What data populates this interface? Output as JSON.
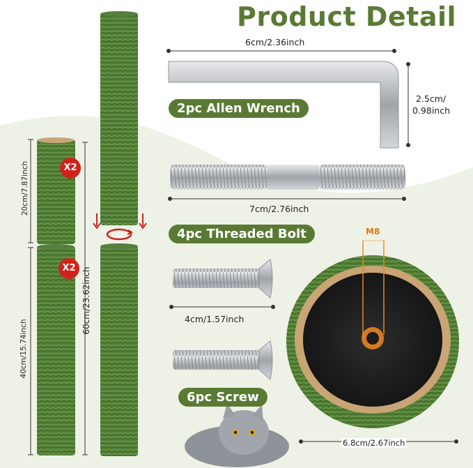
{
  "title": "Product Detail",
  "colors": {
    "accent": "#5a7a34",
    "red": "#d0221c",
    "sisal": "#4d7c34",
    "metal": "#b9bdc1",
    "orange": "#e08a2c"
  },
  "wrench": {
    "label": "2pc Allen Wrench",
    "length": "6cm/2.36inch",
    "height_line1": "2.5cm/",
    "height_line2": "0.98inch"
  },
  "bolt": {
    "label": "4pc Threaded Bolt",
    "length": "7cm/2.76inch"
  },
  "screw": {
    "label": "6pc Screw",
    "length": "4cm/1.57inch"
  },
  "posts": {
    "short_count": "X2",
    "long_count": "X2",
    "short_length": "20cm/7.87inch",
    "long_length": "40cm/15.74inch",
    "total_length": "60cm/23.62inch"
  },
  "base": {
    "thread": "M8",
    "diameter": "6.8cm/2.67inch"
  },
  "icons": [
    "down-arrow-icon",
    "rotate-icon",
    "kitten-photo"
  ]
}
